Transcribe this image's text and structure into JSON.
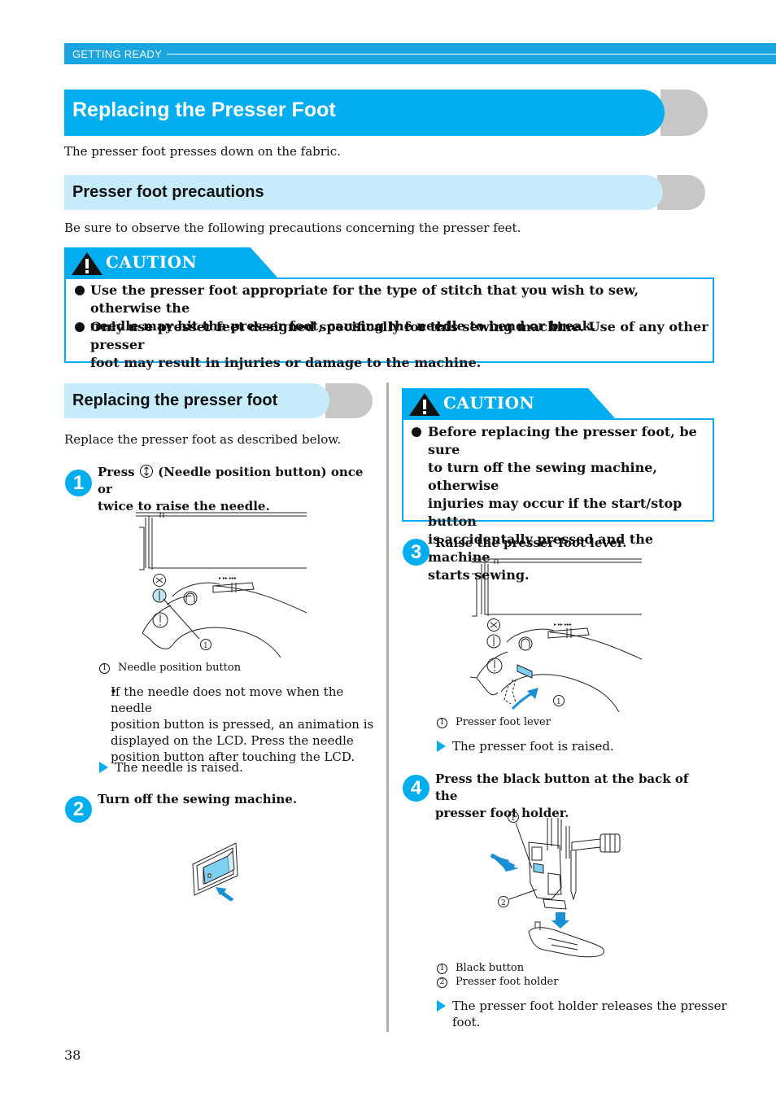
{
  "header": {
    "section": "GETTING READY"
  },
  "title": "Replacing the Presser Foot",
  "intro": "The presser foot presses down on the fabric.",
  "precautions": {
    "heading": "Presser foot precautions",
    "intro": "Be sure to observe the following precautions concerning the presser feet.",
    "caution_label": "CAUTION",
    "items": [
      [
        "Use the presser foot appropriate for the type of stitch that you wish to sew, otherwise the",
        "needle may hit the presser foot, causing the needle to bend or break."
      ],
      [
        "Only use presser feet designed specifically for this sewing machine. Use of any other presser",
        "foot may result in injuries or damage to the machine."
      ]
    ]
  },
  "replacing": {
    "heading": "Replacing the presser foot",
    "intro": "Replace the presser foot as described below.",
    "caution_label": "CAUTION",
    "caution_lines": [
      "Before replacing the presser foot, be sure",
      "to turn off the sewing machine, otherwise",
      "injuries may occur if the start/stop button",
      "is accidentally pressed and the machine",
      "starts sewing."
    ],
    "steps": [
      {
        "num": "1",
        "lines": [
          "(Needle position button) once or",
          "twice to raise the needle."
        ],
        "prefix": "Press",
        "legend": [
          {
            "n": "1",
            "text": "Needle position button"
          }
        ],
        "note": [
          "If the needle does not move when the needle",
          "position button is pressed, an animation is",
          "displayed on the LCD. Press the needle",
          "position button after touching the LCD."
        ],
        "result": "The needle is raised."
      },
      {
        "num": "2",
        "lines": [
          "Turn off the sewing machine."
        ]
      },
      {
        "num": "3",
        "lines": [
          "Raise the presser foot lever."
        ],
        "legend": [
          {
            "n": "1",
            "text": "Presser foot lever"
          }
        ],
        "result": "The presser foot is raised."
      },
      {
        "num": "4",
        "lines": [
          "Press the black button at the back of the",
          "presser foot holder."
        ],
        "legend": [
          {
            "n": "1",
            "text": "Black button"
          },
          {
            "n": "2",
            "text": "Presser foot holder"
          }
        ],
        "callouts": [
          "1",
          "2"
        ],
        "result": [
          "The presser foot holder releases the presser",
          "foot."
        ]
      }
    ]
  },
  "page_number": "38",
  "colors": {
    "accent": "#00aeef",
    "light": "#c6ecfb",
    "shadow": "#c7c7c7"
  }
}
